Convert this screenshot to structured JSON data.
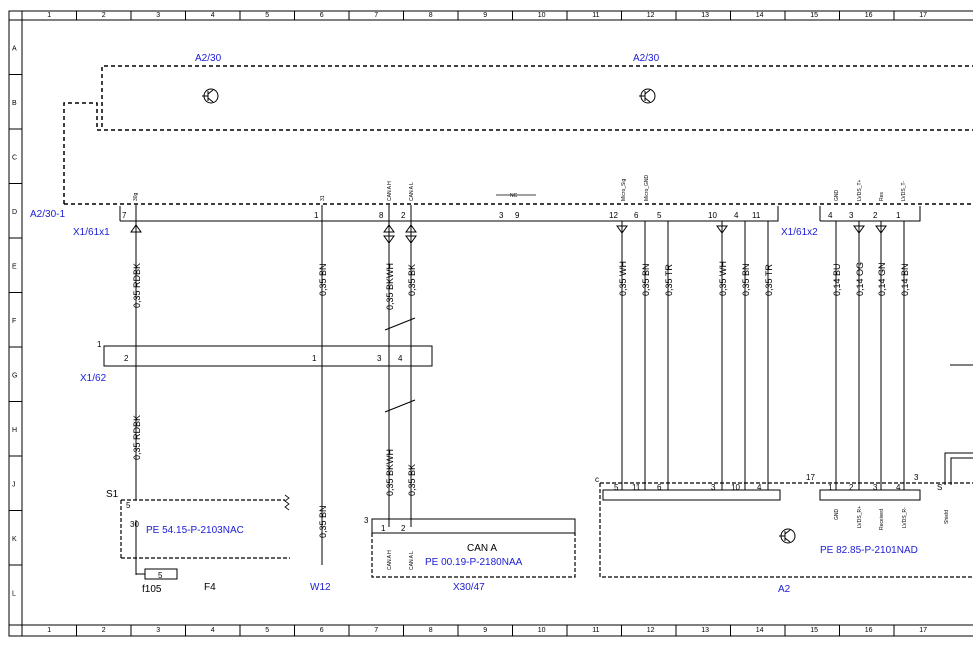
{
  "grid": {
    "columns": [
      "1",
      "2",
      "3",
      "4",
      "5",
      "6",
      "7",
      "8",
      "9",
      "10",
      "11",
      "12",
      "13",
      "14",
      "15",
      "16",
      "17"
    ],
    "rows": [
      "A",
      "B",
      "C",
      "D",
      "E",
      "F",
      "G",
      "H",
      "J",
      "K",
      "L"
    ]
  },
  "components": {
    "a2_30_left": "A2/30",
    "a2_30_right": "A2/30",
    "a2_30_1": "A2/30-1",
    "x1_61x1": "X1/61x1",
    "x1_61x2": "X1/61x2",
    "x1_62": "X1/62",
    "s1": "S1",
    "f4": "F4",
    "f105": "f105",
    "w12": "W12",
    "x30_47": "X30/47",
    "a2": "A2",
    "can_a": "CAN A",
    "nc": "NC"
  },
  "references": {
    "s1_ref": "PE 54.15-P-2103NAC",
    "x30_ref": "PE 00.19-P-2180NAA",
    "a2_ref": "PE 82.85-P-2101NAD"
  },
  "connector_signals": [
    "30g",
    "31",
    "CAN A H",
    "CAN A L",
    "Micro_Sig",
    "Micro_GND",
    "GND",
    "LVDS_T+",
    "Res",
    "LVDS_T-"
  ],
  "connector_pins": [
    "7",
    "1",
    "8",
    "2",
    "3",
    "9",
    "12",
    "6",
    "5",
    "10",
    "4",
    "11",
    "4",
    "3",
    "2",
    "1"
  ],
  "x1_62_pins": [
    "1",
    "2",
    "1",
    "3",
    "4"
  ],
  "s1_pins": [
    "5",
    "30"
  ],
  "x30_pins": [
    "3",
    "1",
    "2"
  ],
  "a2_pins": [
    "c",
    "5",
    "11",
    "6",
    "3",
    "10",
    "4",
    "17",
    "1",
    "2",
    "3",
    "4",
    "3",
    "S"
  ],
  "fuse_value": "5",
  "wires": {
    "w_col3_upper": "0,35 RDBK",
    "w_col3_lower": "0,35 RDBK",
    "w_col6_upper": "0,35 BN",
    "w_col6_lower": "0,35 BN",
    "w_col7_upper": "0,35 BKWH",
    "w_col7_lower": "0,35 BKWH",
    "w_col8_upper": "0,35 BK",
    "w_col8_lower": "0,35 BK",
    "w_col12a": "0,35 WH",
    "w_col12b": "0,35 BN",
    "w_col12c": "0,35 TR",
    "w_col13": "0,35 WH",
    "w_col14a": "0,35 BN",
    "w_col14b": "0,35 TR",
    "w_col15": "0,14 BU",
    "w_col16a": "0,14 OG",
    "w_col16b": "0,14 GN",
    "w_col17": "0,14 BN"
  },
  "bottom_signals": {
    "can_a_h": "CAN A H",
    "can_a_l": "CAN A L",
    "a2_gnd": "GND",
    "a2_lvds_r_plus": "LVDS_R+",
    "a2_received": "Received",
    "a2_lvds_r_minus": "LVDS_R-",
    "a2_shield": "Shield"
  }
}
